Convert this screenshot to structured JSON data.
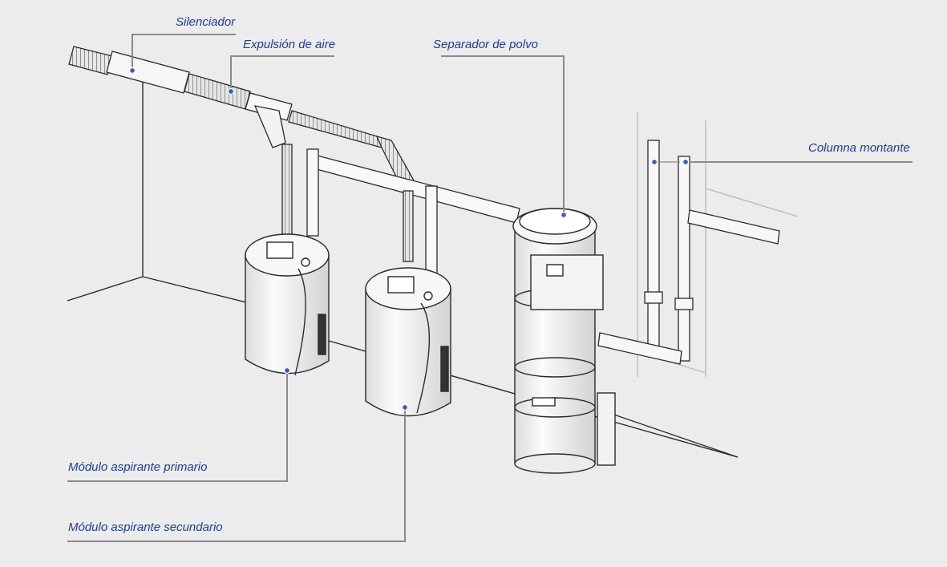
{
  "labels": {
    "silenciador": "Silenciador",
    "expulsion": "Expulsión de aire",
    "separador": "Separador de polvo",
    "columna": "Columna montante",
    "primario": "Módulo aspirante primario",
    "secundario": "Módulo aspirante secundario"
  },
  "colors": {
    "background": "#ececec",
    "label_text": "#1a3e99",
    "leader_line": "#8a8a8a",
    "marker_dot": "#3a5fb5",
    "drawing_stroke": "#2a2a2a",
    "unit_fill": "#f7f7f7"
  }
}
